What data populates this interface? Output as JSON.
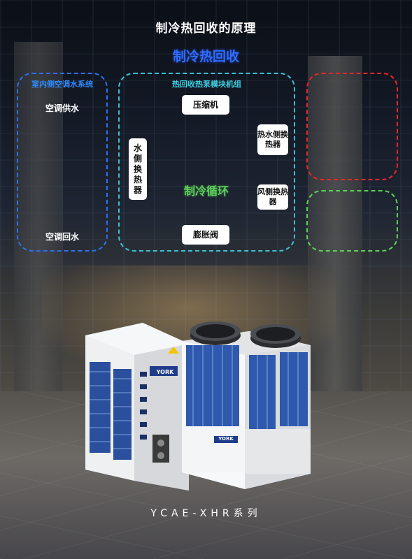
{
  "header": {
    "title": "制冷热回收的原理",
    "subtitle": "制冷热回收"
  },
  "indoor": {
    "label": "室内侧空调水系统",
    "supply": "空调供水",
    "return": "空调回水"
  },
  "unit": {
    "label": "热回收热泵模块机组",
    "compressor": "压缩机",
    "hot_water_hx": "热水侧换热器",
    "water_hx": "水侧换热器",
    "air_hx": "风侧换热器",
    "expansion_valve": "膨胀阀",
    "cycle": "制冷循环"
  },
  "brand": {
    "logo_small": "YORK",
    "logo_large": "YORK"
  },
  "footer": {
    "series": "YCAE-XHR系列"
  },
  "colors": {
    "indoor": "#2f6ff0",
    "unit": "#3fbfd6",
    "hot": "#e8262a",
    "air": "#5ed05a",
    "subtitle": "#2f6bff"
  }
}
